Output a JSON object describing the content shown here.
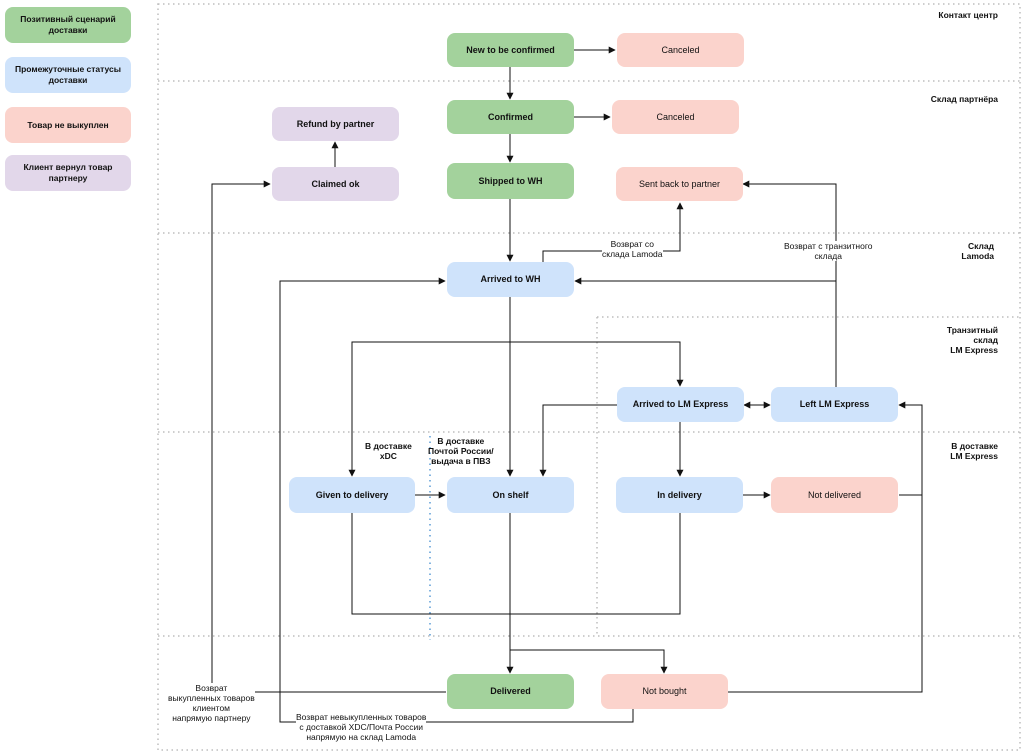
{
  "legend": {
    "positive": "Позитивный сценарий доставки",
    "intermediate": "Промежуточные статусы доставки",
    "not_bought": "Товар не выкуплен",
    "returned": "Клиент вернул товар партнеру"
  },
  "zones": {
    "contact_center": "Контакт центр",
    "partner_wh": "Склад партнёра",
    "lamoda_wh": "Склад\nLamoda",
    "transit_wh": "Транзитный\nсклад\nLM Express",
    "lm_delivery": "В доставке\nLM Express"
  },
  "lanes": {
    "xdc": "В доставке\nxDC",
    "post": "В доставке\nПочтой России/\nвыдача в ПВЗ"
  },
  "nodes": {
    "new_to_be_confirmed": "New to be confirmed",
    "canceled_1": "Canceled",
    "confirmed": "Confirmed",
    "canceled_2": "Canceled",
    "refund_by_partner": "Refund by partner",
    "claimed_ok": "Claimed ok",
    "shipped_to_wh": "Shipped to WH",
    "sent_back_to_partner": "Sent back to partner",
    "arrived_to_wh": "Arrived to WH",
    "arrived_to_lm": "Arrived to LM Express",
    "left_lm": "Left LM Express",
    "given_to_delivery": "Given to delivery",
    "on_shelf": "On shelf",
    "in_delivery": "In delivery",
    "not_delivered": "Not delivered",
    "delivered": "Delivered",
    "not_bought": "Not bought"
  },
  "edge_labels": {
    "return_from_lamoda": "Возврат со\nсклада Lamoda",
    "return_from_transit": "Возврат с транзитного\nсклада",
    "return_bought": "Возврат\nвыкупленных товаров\nклиентом\nнапрямую партнеру",
    "return_not_bought": "Возврат невыкупленных товаров\nс доставкой XDC/Почта России\nнапрямую на склад Lamoda"
  }
}
